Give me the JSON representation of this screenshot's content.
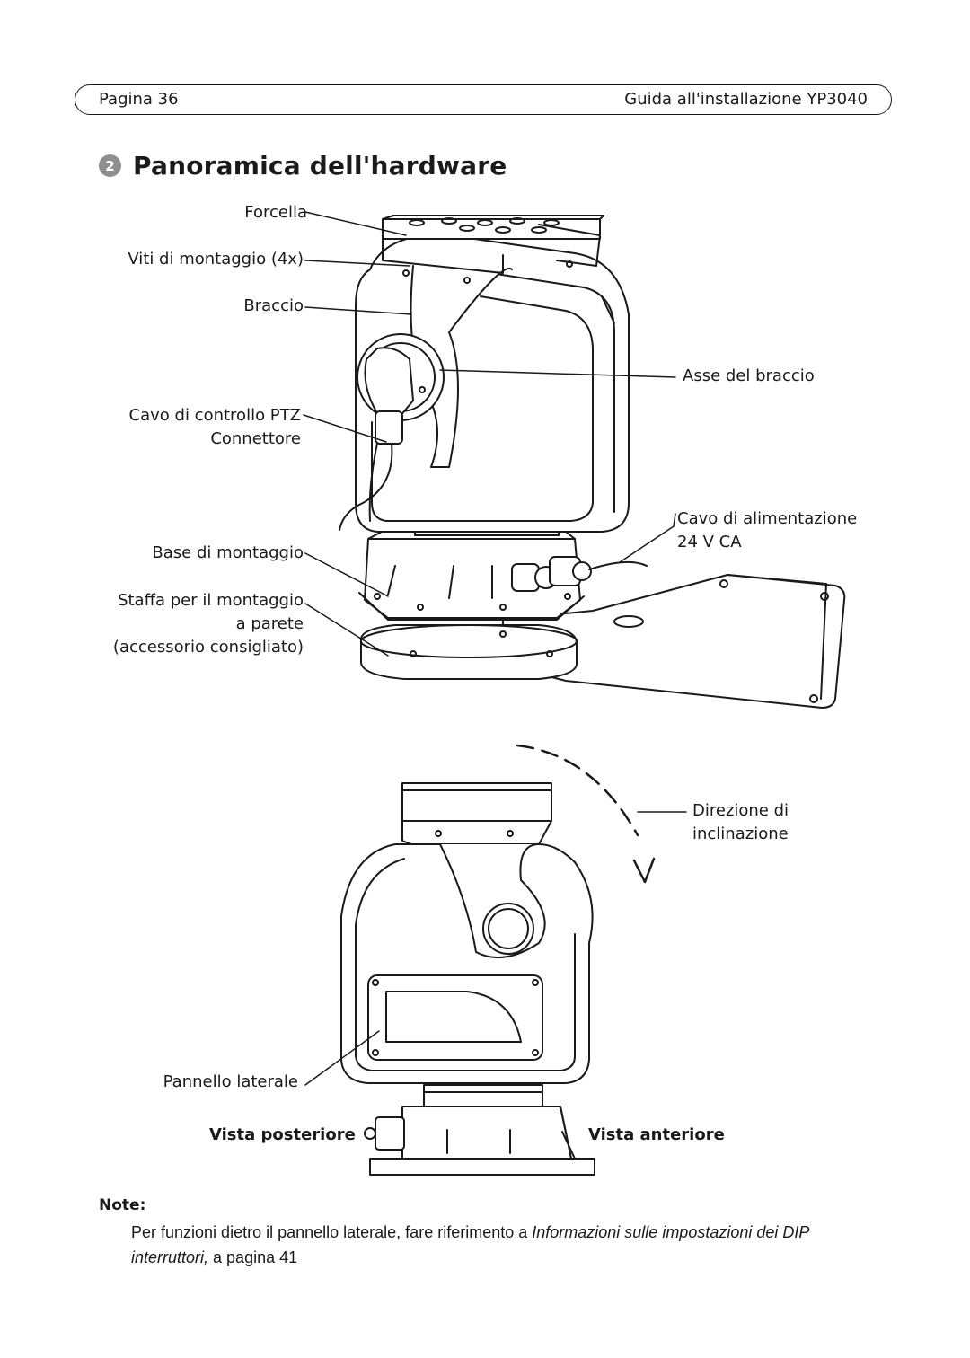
{
  "header": {
    "page": "Pagina 36",
    "guide": "Guida all'installazione YP3040"
  },
  "section": {
    "number": "2",
    "title": "Panoramica dell'hardware"
  },
  "labels": {
    "forcella": "Forcella",
    "viti": "Viti di montaggio (4x)",
    "braccio": "Braccio",
    "asse": "Asse del braccio",
    "cavo_ptz": "Cavo di controllo PTZ",
    "connettore": "Connettore",
    "cavo_alim": "Cavo di alimentazione",
    "alim_v": "24 V CA",
    "base": "Base di montaggio",
    "staffa1": "Staffa per il montaggio",
    "staffa2": "a parete",
    "staffa3": "(accessorio consigliato)",
    "direzione1": "Direzione di",
    "direzione2": "inclinazione",
    "pannello": "Pannello laterale",
    "vista_post": "Vista posteriore",
    "vista_ant": "Vista anteriore"
  },
  "note": {
    "heading": "Note:",
    "text_before": "Per funzioni dietro il pannello laterale, fare riferimento a ",
    "ref": "Informazioni sulle impostazioni dei DIP interruttori,",
    "text_after": " a pagina 41"
  }
}
